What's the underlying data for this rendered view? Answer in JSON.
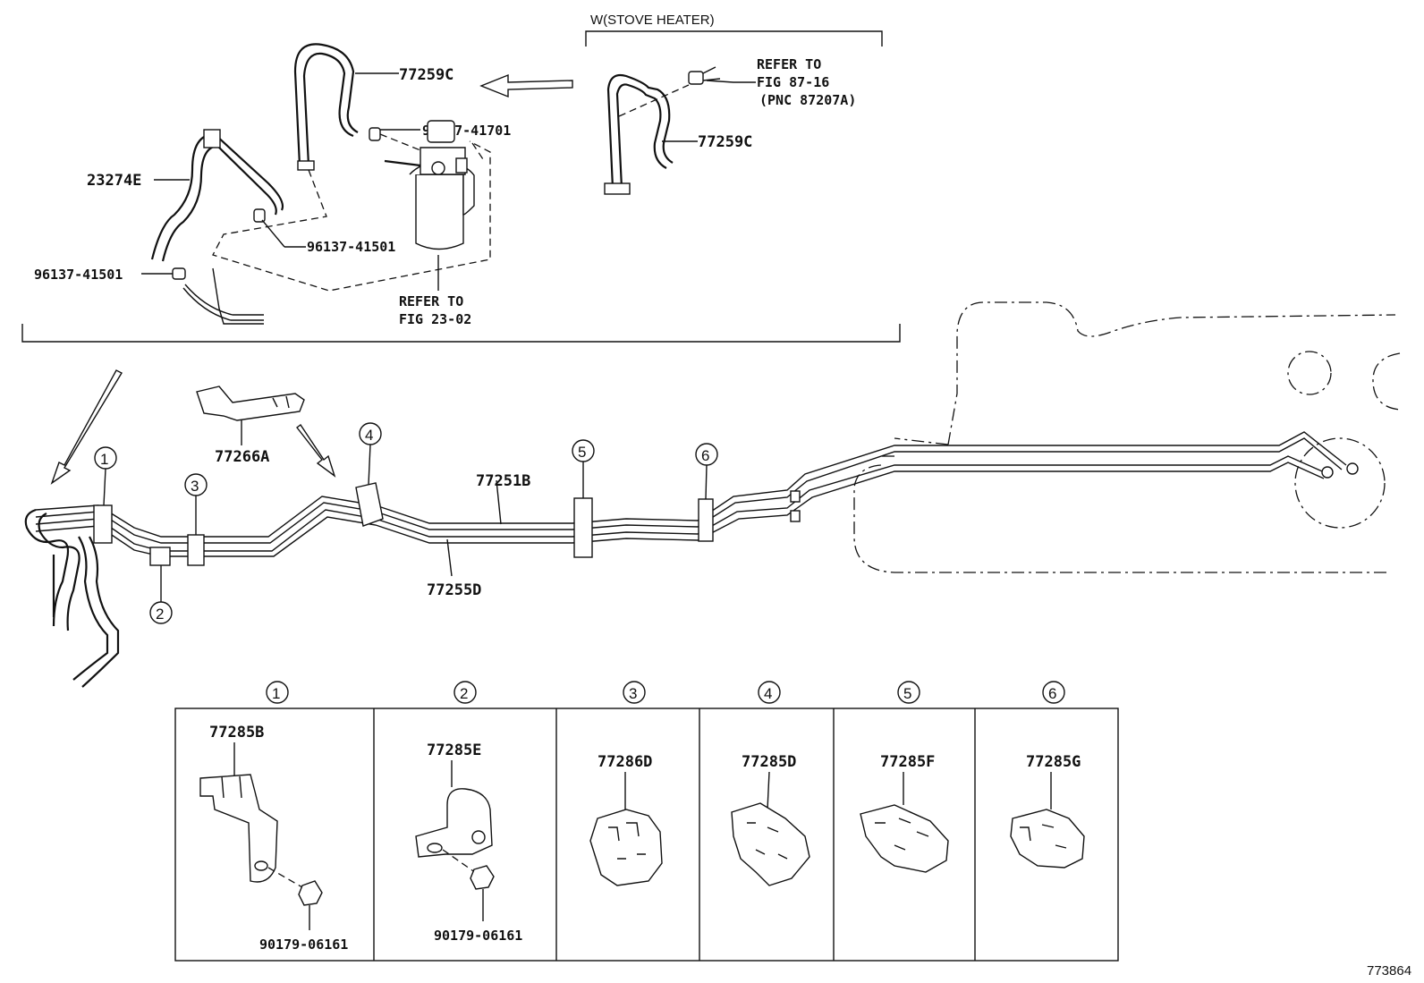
{
  "header": {
    "variant_label": "W(STOVE HEATER)"
  },
  "labels": {
    "p77259c_top": "77259C",
    "p77259c_right": "77259C",
    "p96137_41701": "96137-41701",
    "p23274e": "23274E",
    "p96137_41501_a": "96137-41501",
    "p96137_41501_b": "96137-41501",
    "refer_2302_line1": "REFER TO",
    "refer_2302_line2": "FIG 23-02",
    "refer_8716_line1": "REFER TO",
    "refer_8716_line2": "FIG 87-16",
    "refer_8716_line3": "(PNC 87207A)",
    "p77266a": "77266A",
    "p77251b": "77251B",
    "p77255d": "77255D"
  },
  "callouts": [
    "1",
    "2",
    "3",
    "4",
    "5",
    "6"
  ],
  "detail_panels": [
    {
      "number": "1",
      "part": "77285B",
      "nut": "90179-06161"
    },
    {
      "number": "2",
      "part": "77285E",
      "nut": "90179-06161"
    },
    {
      "number": "3",
      "part": "77286D",
      "nut": ""
    },
    {
      "number": "4",
      "part": "77285D",
      "nut": ""
    },
    {
      "number": "5",
      "part": "77285F",
      "nut": ""
    },
    {
      "number": "6",
      "part": "77285G",
      "nut": ""
    }
  ],
  "figure_id": "773864"
}
